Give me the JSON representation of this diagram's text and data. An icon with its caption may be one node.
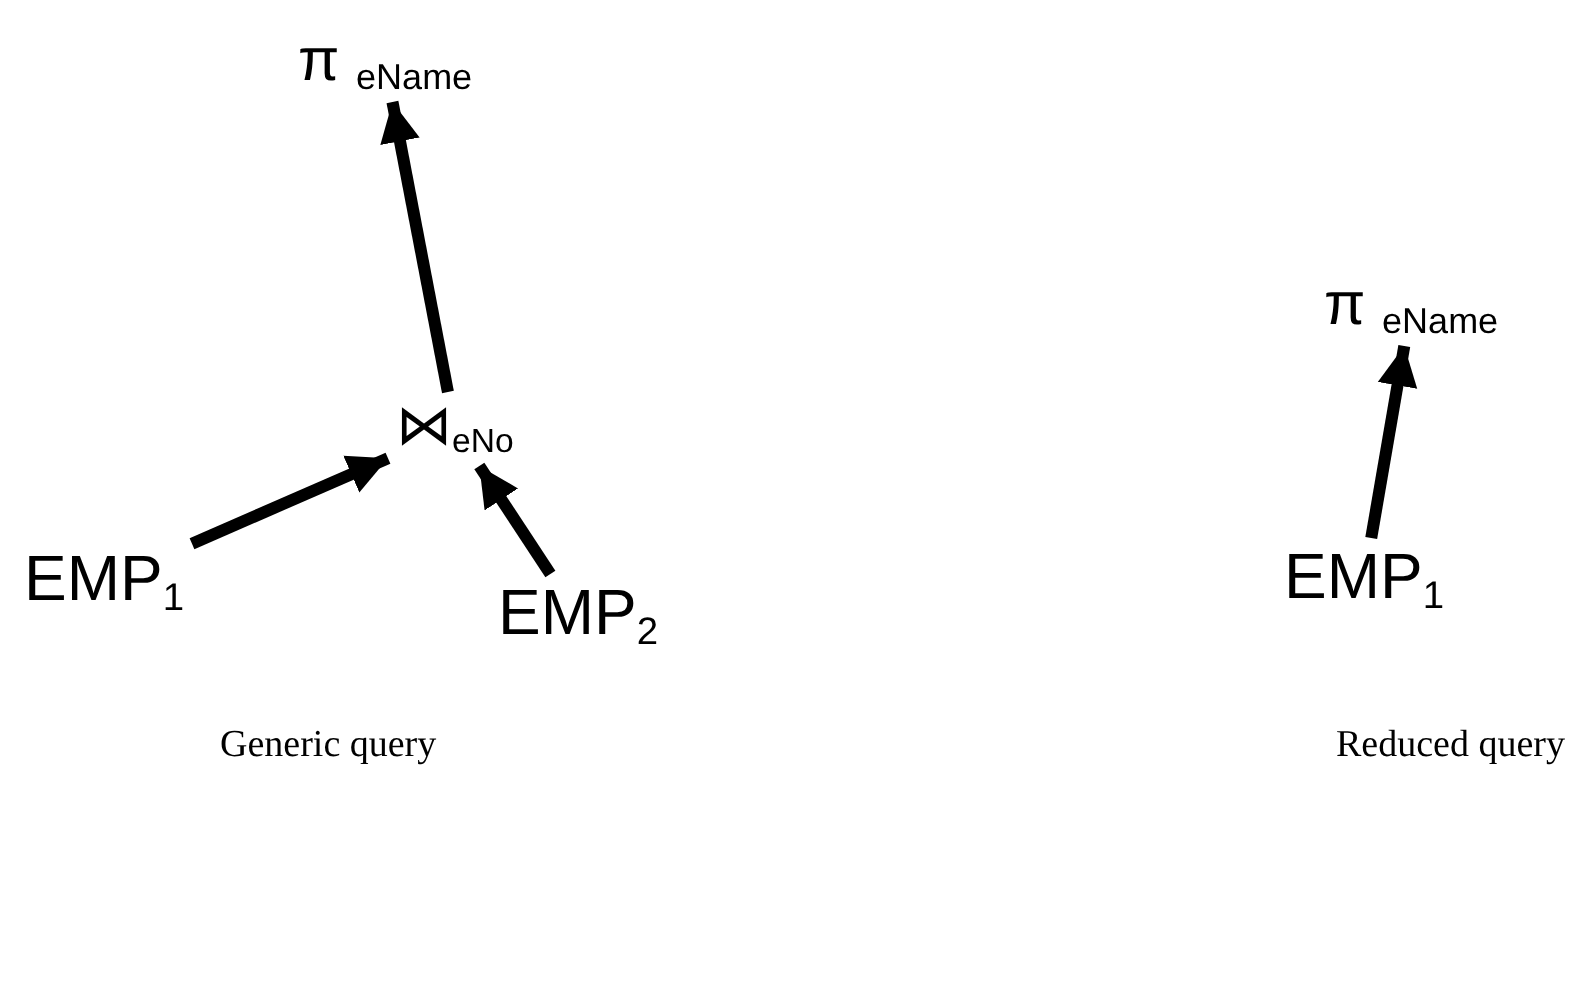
{
  "diagram": {
    "nodes": [
      {
        "text": [
          "π $_{eName}$"
        ]
      },
      {
        "text": [
          "⋈$_{eNo}$"
        ]
      },
      {
        "text": [
          "EMP$_{1}$"
        ]
      },
      {
        "text": [
          "EMP$_{2}$"
        ]
      },
      {
        "text": [
          "π $_{eName}$"
        ]
      },
      {
        "text": [
          "EMP$_{1}$"
        ]
      }
    ],
    "edges": [
      {
        "from": 1,
        "to": 0,
        "arrow": "to"
      },
      {
        "from": 2,
        "to": 1,
        "arrow": "to"
      },
      {
        "from": 3,
        "to": 1,
        "arrow": "to"
      },
      {
        "from": 5,
        "to": 4,
        "arrow": "to"
      }
    ],
    "labels": [
      "Generic query",
      "Reduced query"
    ]
  }
}
